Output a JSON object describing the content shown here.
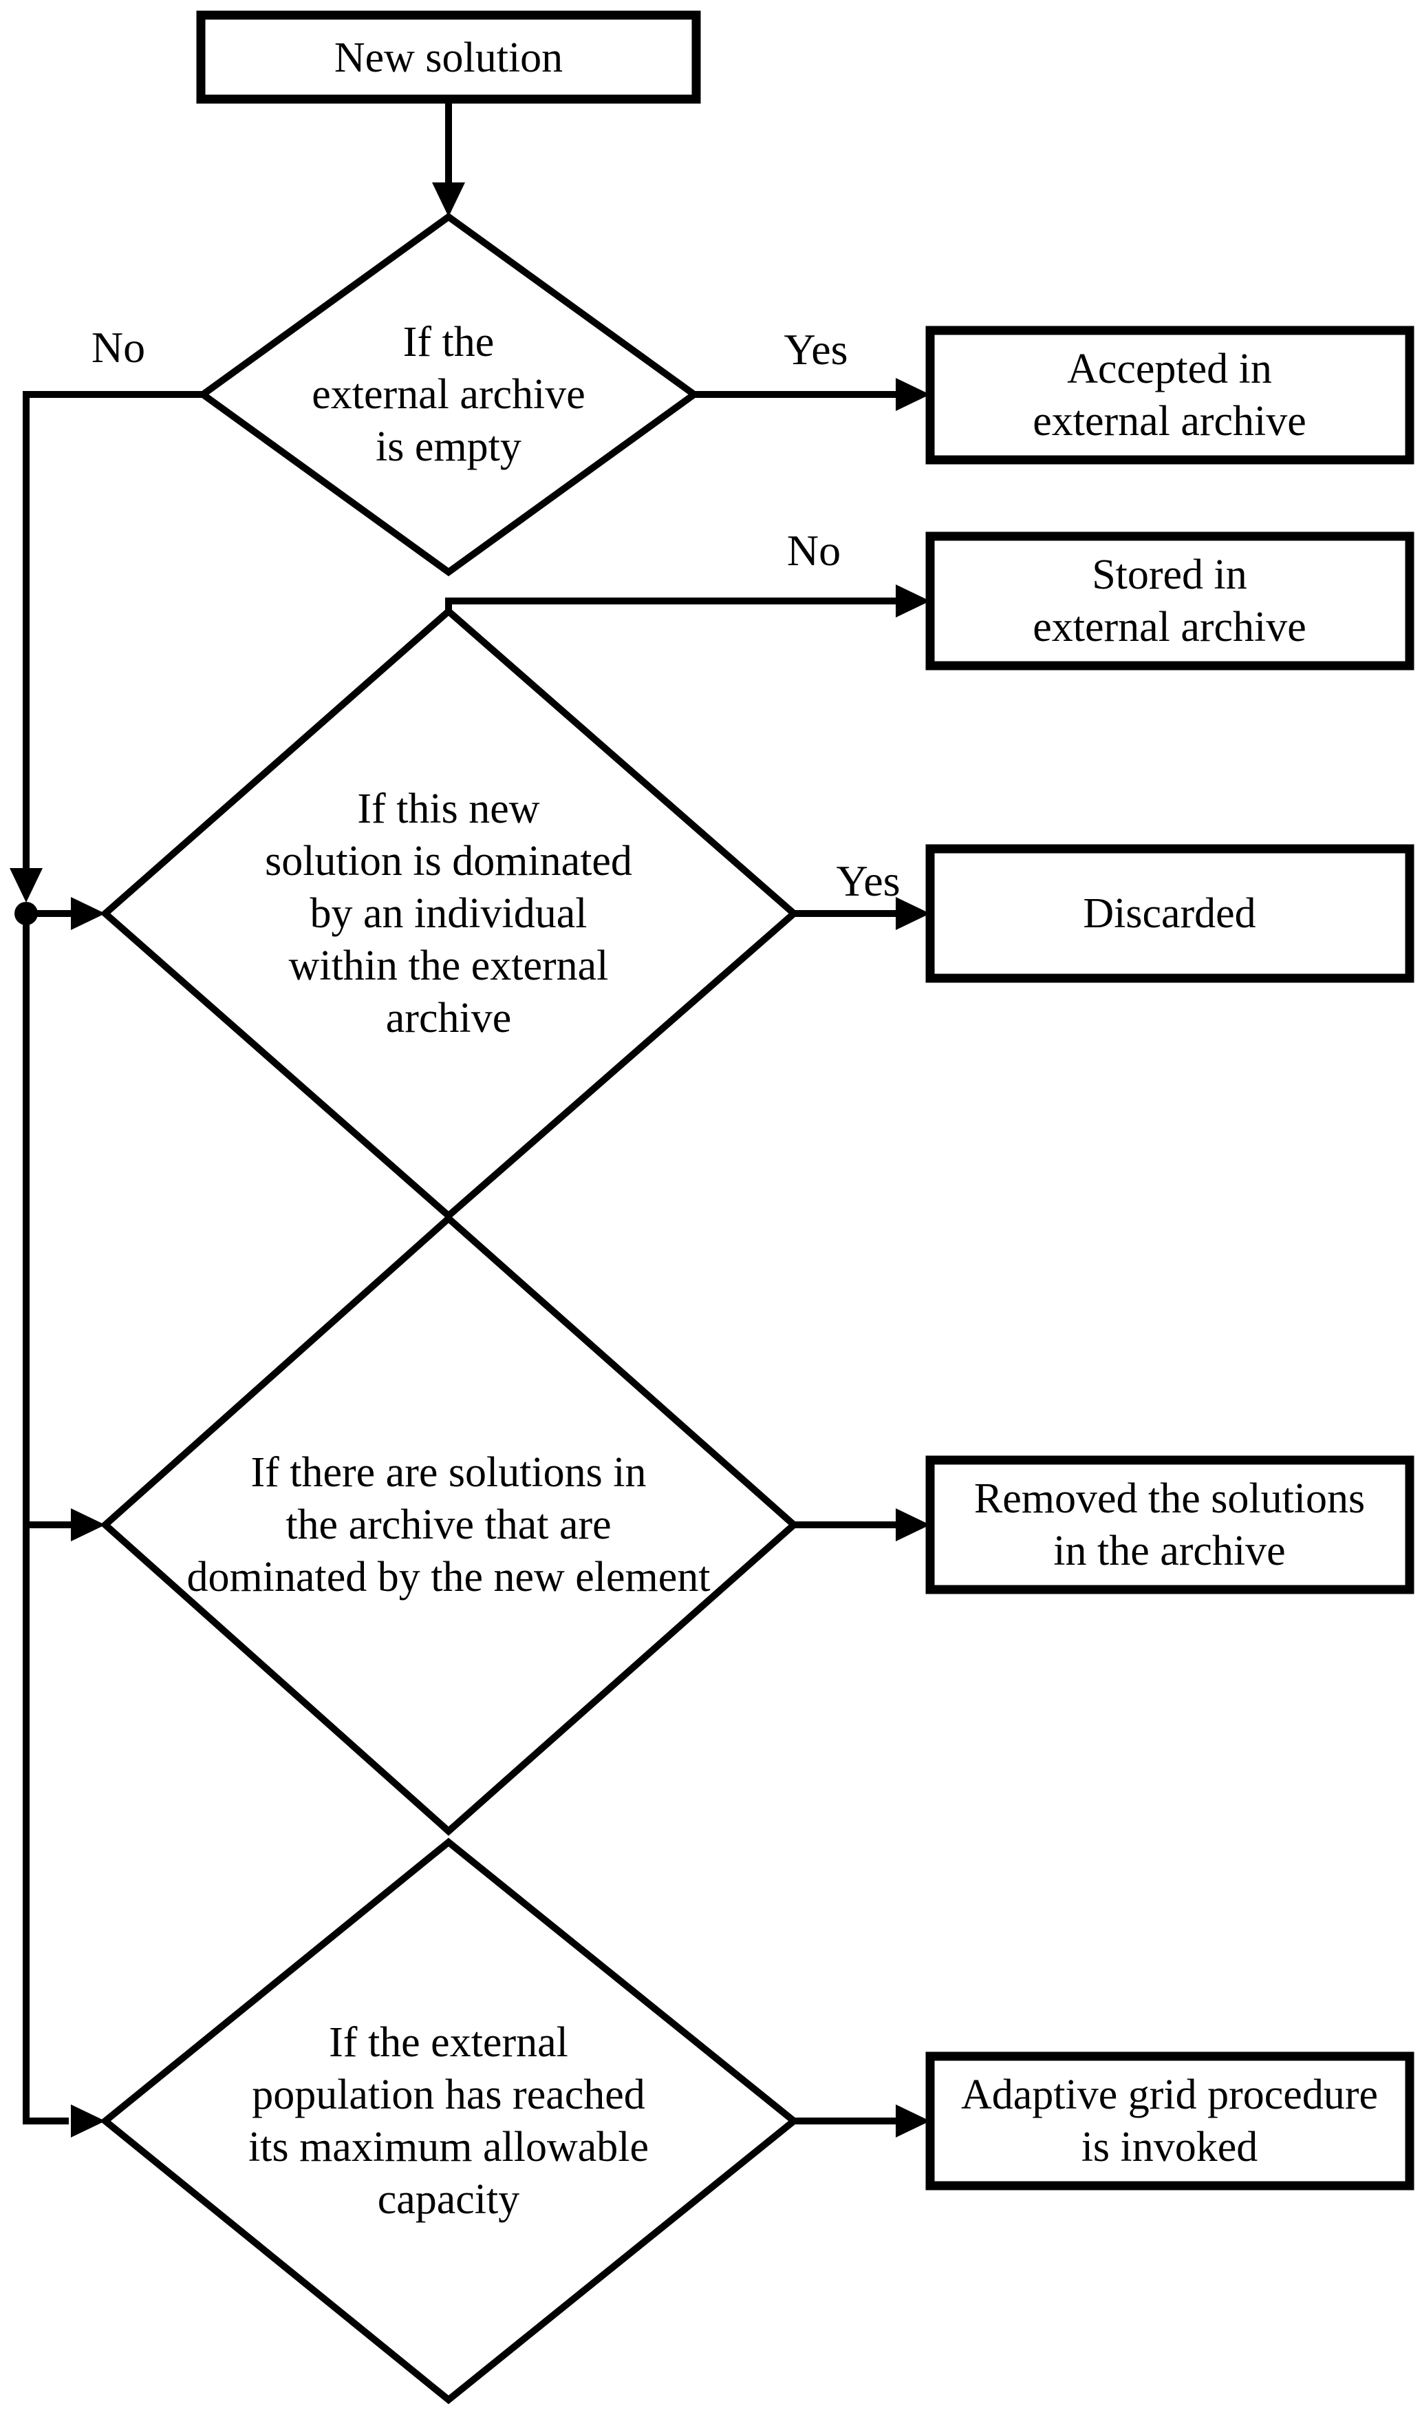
{
  "flowchart": {
    "colors": {
      "background": "#ffffff",
      "line": "#000000",
      "text": "#000000"
    },
    "start_box": {
      "label": "New solution"
    },
    "decision_1": {
      "lines": [
        "If the",
        "external archive",
        "is empty"
      ],
      "no_label": "No",
      "yes_label": "Yes"
    },
    "result_accepted": {
      "lines": [
        "Accepted in",
        "external archive"
      ]
    },
    "decision_2": {
      "lines": [
        "If this new",
        "solution is dominated",
        "by an individual",
        "within the external",
        "archive"
      ],
      "no_label": "No",
      "yes_label": "Yes"
    },
    "result_stored": {
      "lines": [
        "Stored in",
        "external archive"
      ]
    },
    "result_discarded": {
      "lines": [
        "Discarded"
      ]
    },
    "decision_3": {
      "lines": [
        "If there are solutions in",
        "the archive that are",
        "dominated by the new element"
      ]
    },
    "result_removed": {
      "lines": [
        "Removed the solutions",
        "in the archive"
      ]
    },
    "decision_4": {
      "lines": [
        "If the external",
        "population has reached",
        "its maximum allowable",
        "capacity"
      ]
    },
    "result_adaptive": {
      "lines": [
        "Adaptive grid procedure",
        "is invoked"
      ]
    }
  }
}
